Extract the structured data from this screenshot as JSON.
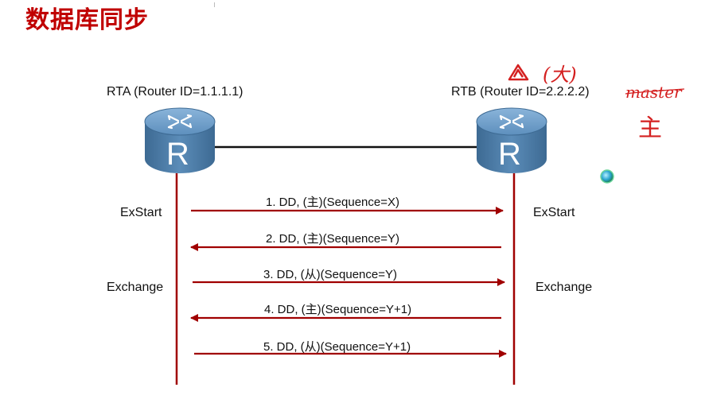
{
  "title": "数据库同步",
  "rta": {
    "label": "RTA  (Router ID=1.1.1.1)",
    "icon_letter": "R"
  },
  "rtb": {
    "label": "RTB  (Router ID=2.2.2.2)",
    "icon_letter": "R"
  },
  "states": {
    "left_exstart": "ExStart",
    "right_exstart": "ExStart",
    "left_exchange": "Exchange",
    "right_exchange": "Exchange"
  },
  "messages": [
    {
      "label": "1. DD, (主)(Sequence=X)",
      "direction": "right"
    },
    {
      "label": "2. DD, (主)(Sequence=Y)",
      "direction": "left"
    },
    {
      "label": "3. DD, (从)(Sequence=Y)",
      "direction": "right"
    },
    {
      "label": "4. DD, (主)(Sequence=Y+1)",
      "direction": "left"
    },
    {
      "label": "5. DD, (从)(Sequence=Y+1)",
      "direction": "right"
    }
  ],
  "annotations": {
    "big": "(大)",
    "master": "master",
    "master_cn": "主"
  },
  "colors": {
    "title": "#c00000",
    "arrow": "#a00000",
    "router_body": "#4f7ea8",
    "router_top": "#6f9fc9",
    "handwriting": "#d42020"
  }
}
